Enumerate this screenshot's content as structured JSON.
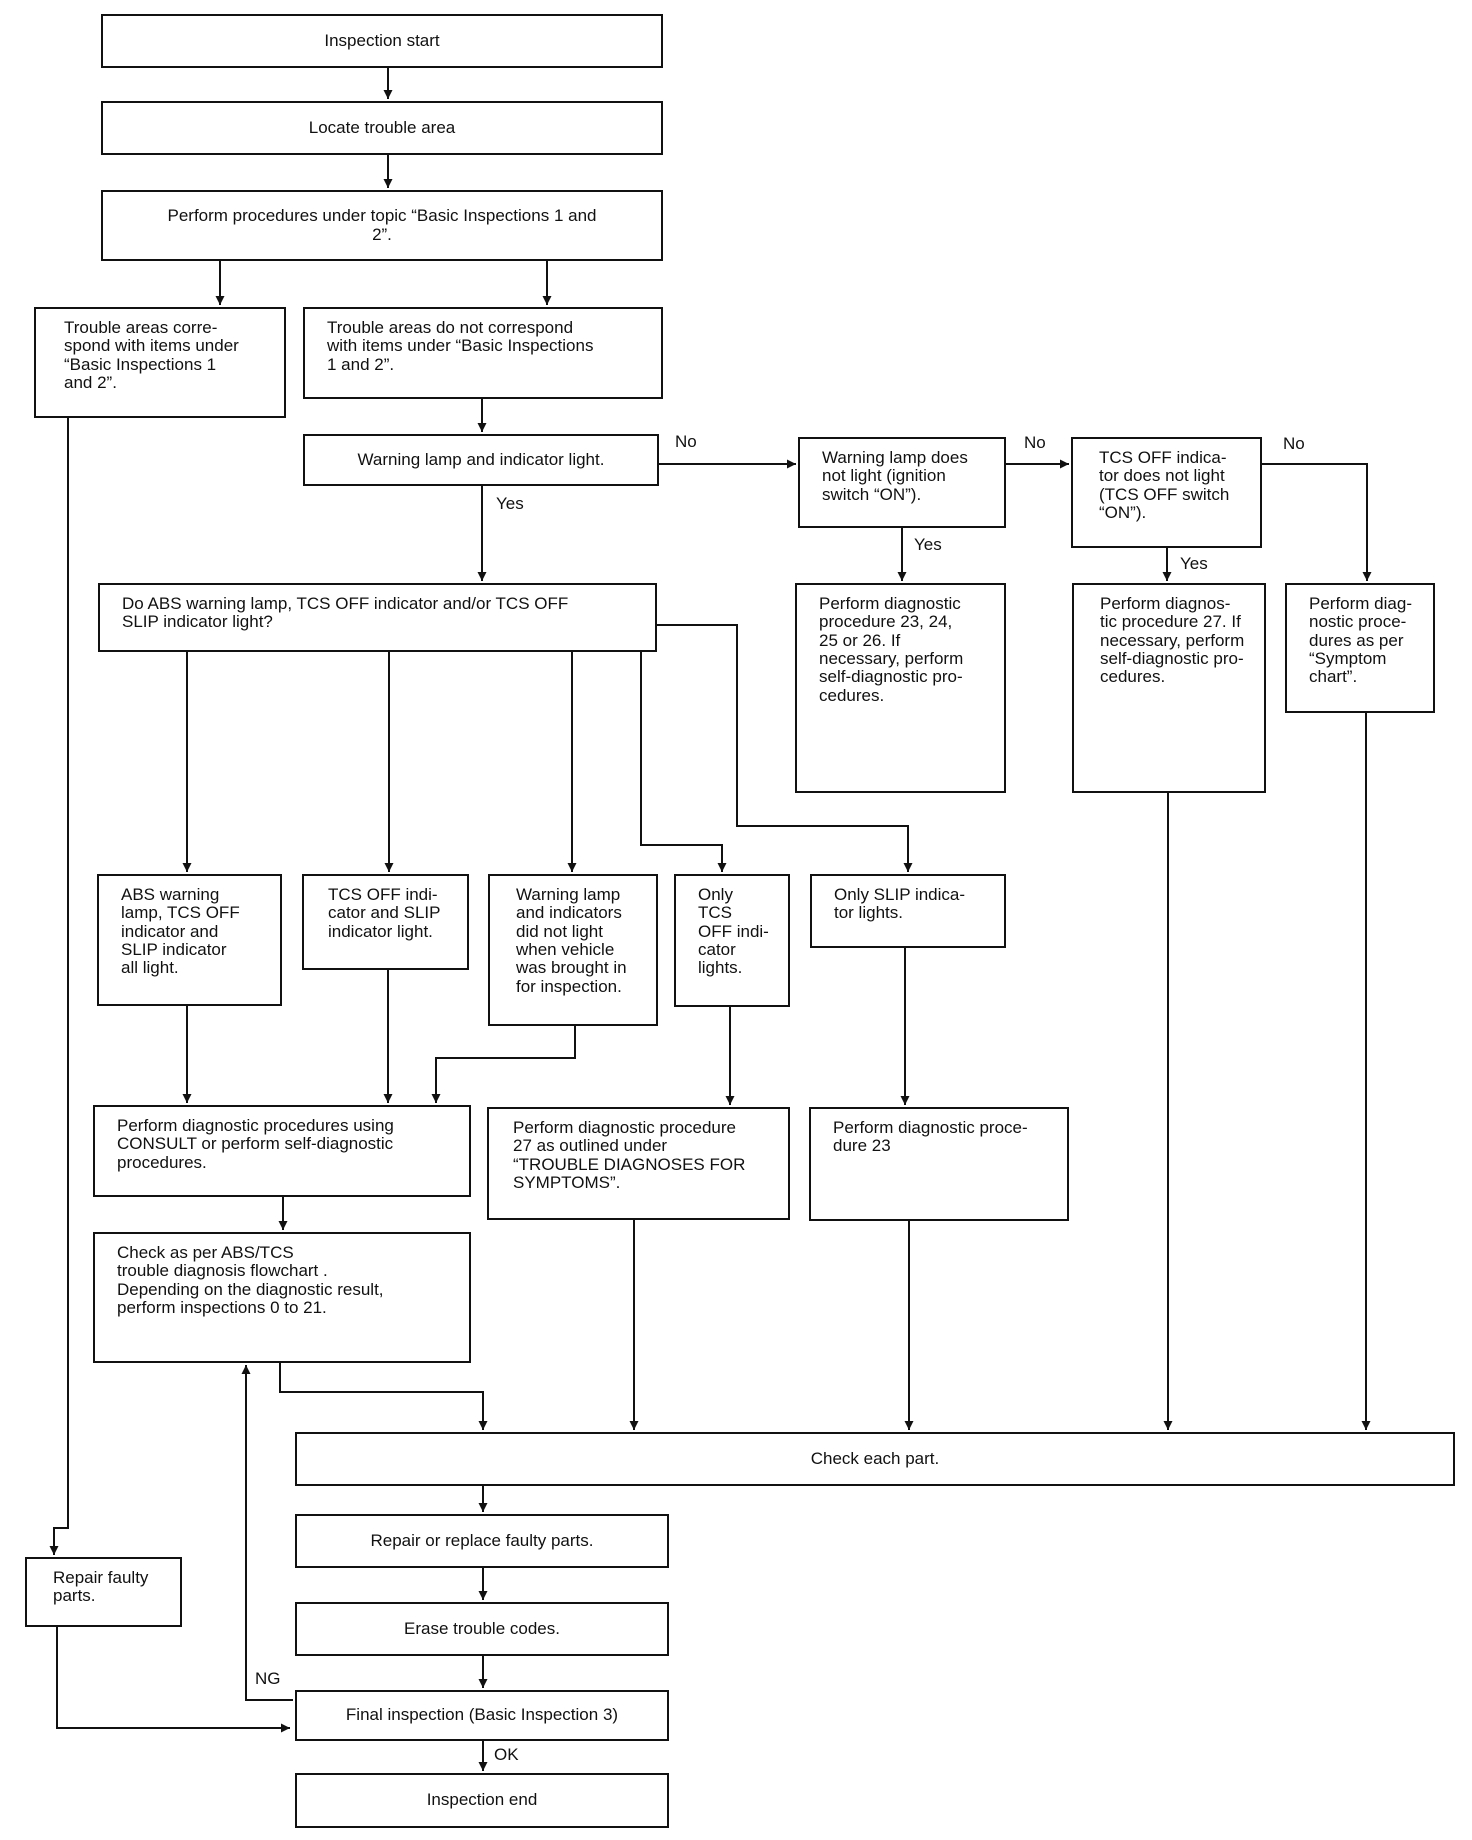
{
  "nodes": {
    "inspection_start": "Inspection start",
    "locate_trouble_area": "Locate trouble area",
    "perform_basic_inspections": "Perform procedures under topic “Basic Inspections 1 and\n2”.",
    "areas_correspond": "Trouble areas corre-\nspond with items under\n“Basic Inspections 1\nand 2”.",
    "areas_not_correspond": "Trouble areas do not correspond\nwith items under “Basic Inspections\n1 and 2”.",
    "warning_lamp_indicator": "Warning lamp and indicator light.",
    "warning_lamp_not_light": "Warning lamp does\nnot light (ignition\nswitch “ON”).",
    "tcs_off_not_light": "TCS OFF indica-\ntor does not light\n(TCS OFF switch\n“ON”).",
    "do_lamps_light": "Do ABS warning lamp, TCS OFF indicator and/or TCS OFF\nSLIP indicator light?",
    "procedure_23_26": "Perform diagnostic\nprocedure 23, 24,\n25 or 26. If\nnecessary, perform\nself-diagnostic pro-\ncedures.",
    "procedure_27_self": "Perform diagnos-\ntic procedure 27. If\nnecessary, perform\nself-diagnostic pro-\ncedures.",
    "symptom_chart": "Perform diag-\nnostic proce-\ndures as per\n“Symptom\nchart”.",
    "all_light": "ABS warning\nlamp, TCS OFF\nindicator and\nSLIP indicator\nall light.",
    "tcs_slip_light": "TCS OFF indi-\ncator and SLIP\nindicator light.",
    "did_not_light": "Warning lamp\nand indicators\ndid not light\nwhen vehicle\nwas brought in\nfor inspection.",
    "only_tcs_off": "Only\nTCS\nOFF indi-\ncator\nlights.",
    "only_slip": "Only SLIP indica-\ntor lights.",
    "consult_procedures": "Perform diagnostic procedures using\nCONSULT or perform self-diagnostic\nprocedures.",
    "procedure_27_symptoms": "Perform diagnostic procedure\n27 as outlined under\n“TROUBLE DIAGNOSES FOR\nSYMPTOMS”.",
    "procedure_23": "Perform diagnostic proce-\ndure 23",
    "check_flowchart": "Check as per ABS/TCS\ntrouble diagnosis flowchart .\nDepending on the diagnostic result,\nperform inspections 0 to 21.",
    "check_each_part": "Check each part.",
    "repair_faulty": "Repair faulty\nparts.",
    "repair_replace": "Repair or replace faulty parts.",
    "erase_codes": "Erase trouble codes.",
    "final_inspection": "Final inspection (Basic Inspection 3)",
    "inspection_end": "Inspection end"
  },
  "labels": {
    "no": "No",
    "yes": "Yes",
    "ng": "NG",
    "ok": "OK"
  }
}
